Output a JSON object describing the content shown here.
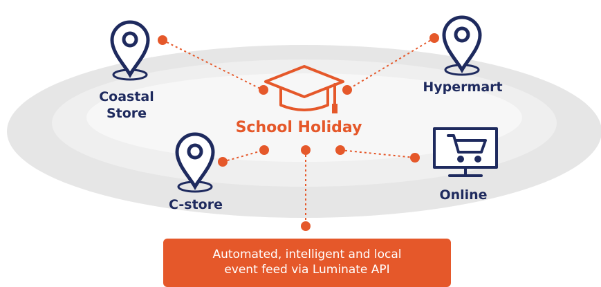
{
  "center": {
    "title": "School Holiday",
    "icon": "graduation-cap-icon"
  },
  "nodes": {
    "coastal": {
      "line1": "Coastal",
      "line2": "Store",
      "icon": "location-pin-icon"
    },
    "hypermart": {
      "label": "Hypermart",
      "icon": "location-pin-icon"
    },
    "cstore": {
      "label": "C-store",
      "icon": "location-pin-icon"
    },
    "online": {
      "label": "Online",
      "icon": "monitor-cart-icon"
    }
  },
  "feed": {
    "line1": "Automated, intelligent and local",
    "line2": "event feed via Luminate API"
  },
  "colors": {
    "accent": "#e5582a",
    "navy": "#1e2a5e",
    "ring_outer": "#e6e6e6",
    "ring_mid": "#efefef",
    "ring_inner": "#f7f7f7"
  }
}
